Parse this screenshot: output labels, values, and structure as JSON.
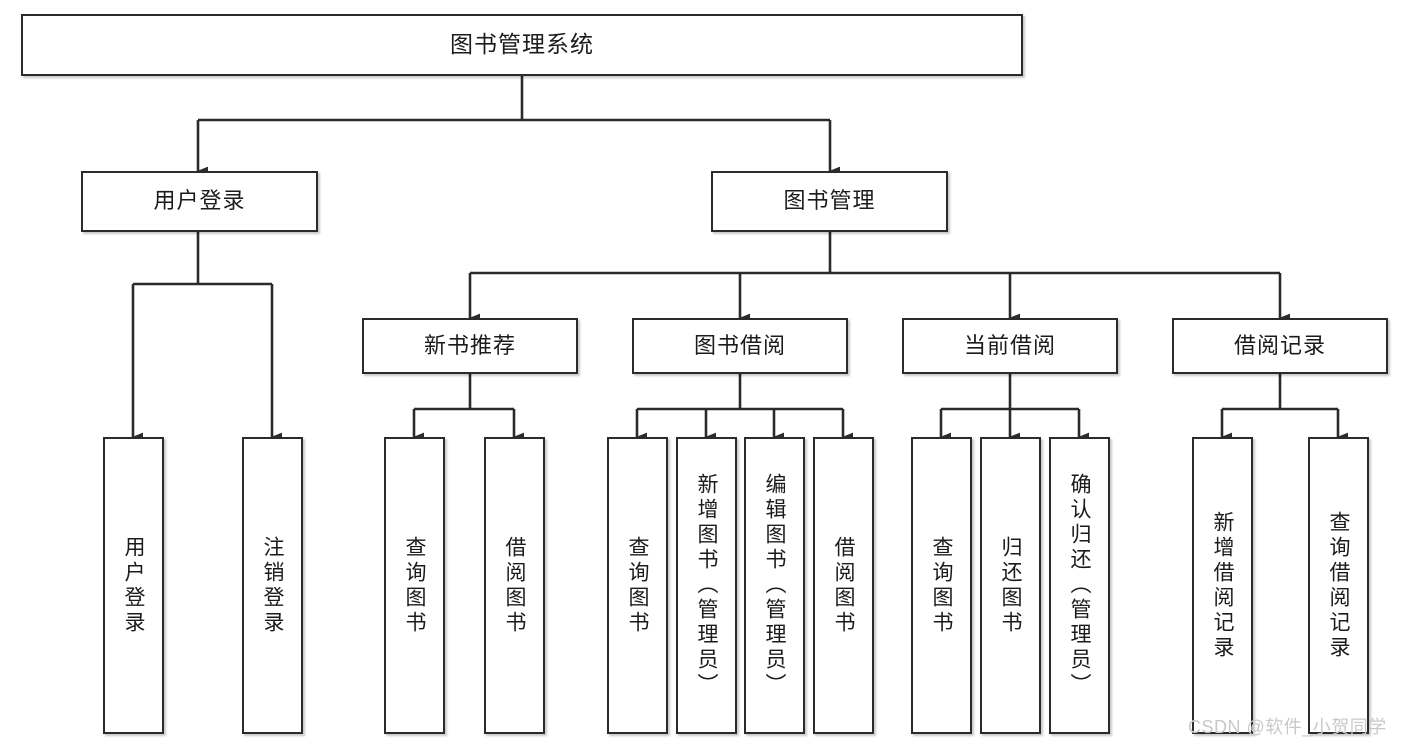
{
  "diagram": {
    "title": "图书管理系统",
    "type": "tree-hierarchy-chart",
    "watermark": "CSDN @软件_小贺同学",
    "colors": {
      "node_border": "#2b2b2b",
      "node_fill": "#ffffff",
      "edge": "#2b2b2b",
      "text": "#1b1b1b",
      "watermark": "#c9c9c9",
      "background": "#ffffff"
    },
    "levels": {
      "root": "图书管理系统",
      "level2": [
        "用户登录",
        "图书管理"
      ],
      "level3": [
        "新书推荐",
        "图书借阅",
        "当前借阅",
        "借阅记录"
      ]
    },
    "nodes": {
      "root": {
        "label": "图书管理系统"
      },
      "user_login": {
        "label": "用户登录"
      },
      "book_manage": {
        "label": "图书管理"
      },
      "new_book_rec": {
        "label": "新书推荐"
      },
      "book_borrow": {
        "label": "图书借阅"
      },
      "current_borrow": {
        "label": "当前借阅"
      },
      "borrow_record": {
        "label": "借阅记录"
      },
      "leaf_user_login": {
        "label": "用户登录"
      },
      "leaf_logout": {
        "label": "注销登录"
      },
      "leaf_query_book_1": {
        "label": "查询图书"
      },
      "leaf_borrow_book_1": {
        "label": "借阅图书"
      },
      "leaf_query_book_2": {
        "label": "查询图书"
      },
      "leaf_add_book": {
        "label": "新增图书（管理员）"
      },
      "leaf_edit_book": {
        "label": "编辑图书（管理员）"
      },
      "leaf_borrow_book_2": {
        "label": "借阅图书"
      },
      "leaf_query_book_3": {
        "label": "查询图书"
      },
      "leaf_return_book": {
        "label": "归还图书"
      },
      "leaf_confirm_return": {
        "label": "确认归还（管理员）"
      },
      "leaf_add_record": {
        "label": "新增借阅记录"
      },
      "leaf_query_record": {
        "label": "查询借阅记录"
      }
    }
  }
}
